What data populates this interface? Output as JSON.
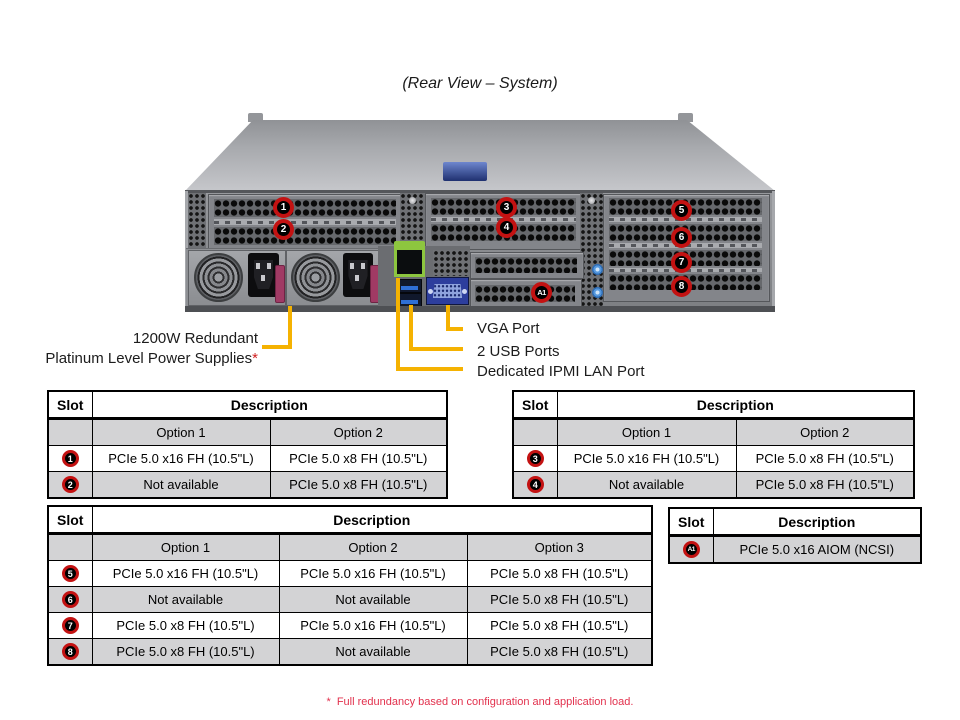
{
  "title": "(Rear View – System)",
  "callouts": {
    "c1": "1",
    "c2": "2",
    "c3": "3",
    "c4": "4",
    "c5": "5",
    "c6": "6",
    "c7": "7",
    "c8": "8",
    "cA1": "A1"
  },
  "labels": {
    "psu_line1": "1200W Redundant",
    "psu_line2": "Platinum Level Power Supplies",
    "psu_asterisk": "*",
    "vga": "VGA Port",
    "usb": "2 USB Ports",
    "ipmi": "Dedicated IPMI  LAN Port"
  },
  "tables": {
    "t12": {
      "slot": "Slot",
      "description": "Description",
      "opts": [
        "Option 1",
        "Option 2"
      ],
      "rows": [
        {
          "slot": "1",
          "cells": [
            "PCIe 5.0 x16 FH (10.5\"L)",
            "PCIe 5.0 x8 FH (10.5\"L)"
          ]
        },
        {
          "slot": "2",
          "cells": [
            "Not available",
            "PCIe 5.0 x8 FH (10.5\"L)"
          ]
        }
      ]
    },
    "t34": {
      "slot": "Slot",
      "description": "Description",
      "opts": [
        "Option 1",
        "Option 2"
      ],
      "rows": [
        {
          "slot": "3",
          "cells": [
            "PCIe 5.0 x16 FH (10.5\"L)",
            "PCIe 5.0 x8 FH (10.5\"L)"
          ]
        },
        {
          "slot": "4",
          "cells": [
            "Not available",
            "PCIe 5.0 x8 FH (10.5\"L)"
          ]
        }
      ]
    },
    "t5678": {
      "slot": "Slot",
      "description": "Description",
      "opts": [
        "Option 1",
        "Option 2",
        "Option 3"
      ],
      "rows": [
        {
          "slot": "5",
          "cells": [
            "PCIe 5.0 x16 FH (10.5\"L)",
            "PCIe 5.0 x16 FH (10.5\"L)",
            "PCIe 5.0 x8 FH (10.5\"L)"
          ]
        },
        {
          "slot": "6",
          "cells": [
            "Not available",
            "Not available",
            "PCIe 5.0 x8 FH (10.5\"L)"
          ]
        },
        {
          "slot": "7",
          "cells": [
            "PCIe 5.0 x8 FH (10.5\"L)",
            "PCIe 5.0 x16 FH (10.5\"L)",
            "PCIe 5.0 x8 FH (10.5\"L)"
          ]
        },
        {
          "slot": "8",
          "cells": [
            "PCIe 5.0 x8 FH (10.5\"L)",
            "Not available",
            "PCIe 5.0 x8 FH (10.5\"L)"
          ]
        }
      ]
    },
    "tA1": {
      "slot": "Slot",
      "description": "Description",
      "rows": [
        {
          "slot": "A1",
          "cells": [
            "PCIe 5.0 x16 AIOM (NCSI)"
          ]
        }
      ]
    }
  },
  "footnote": {
    "star": "*",
    "text": "Full redundancy based on configuration and application load."
  },
  "colors": {
    "callout_ring": "#c31212",
    "callout_line": "#f5b201",
    "footnote_red": "#e2314d"
  }
}
